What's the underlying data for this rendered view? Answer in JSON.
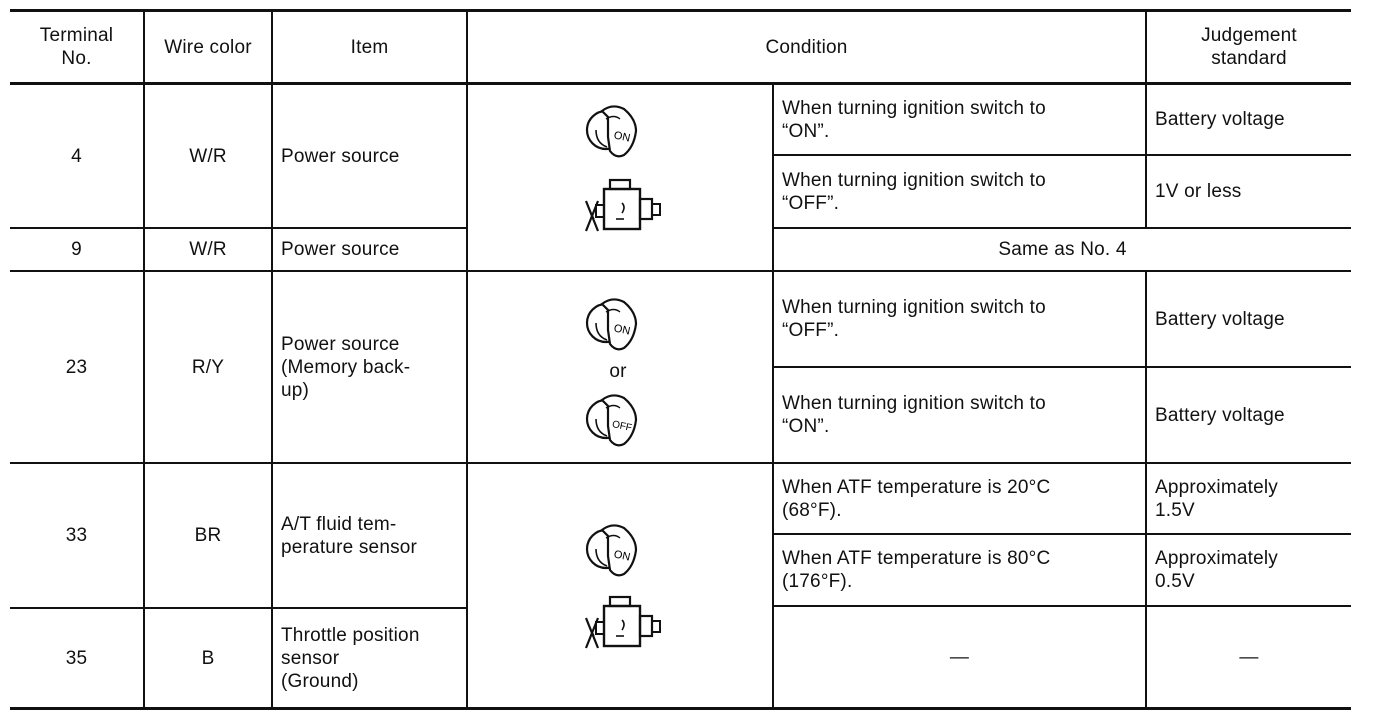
{
  "headers": {
    "terminal": "Terminal\nNo.",
    "wire_color": "Wire color",
    "item": "Item",
    "condition": "Condition",
    "judgement": "Judgement\nstandard"
  },
  "rows": [
    {
      "terminal": "4",
      "wire_color": "W/R",
      "item": "Power source",
      "conditions": [
        {
          "text": "When turning ignition switch to\n“ON”.",
          "standard": "Battery voltage"
        },
        {
          "text": "When turning ignition switch to\n“OFF”.",
          "standard": "1V or less"
        }
      ]
    },
    {
      "terminal": "9",
      "wire_color": "W/R",
      "item": "Power source",
      "same_as": "Same as No. 4"
    },
    {
      "terminal": "23",
      "wire_color": "R/Y",
      "item": "Power source\n(Memory back-\nup)",
      "conditions": [
        {
          "text": "When turning ignition switch to\n“OFF”.",
          "standard": "Battery voltage"
        },
        {
          "text": "When turning ignition switch to\n“ON”.",
          "standard": "Battery voltage"
        }
      ]
    },
    {
      "terminal": "33",
      "wire_color": "BR",
      "item": "A/T fluid tem-\nperature sensor",
      "conditions": [
        {
          "text": "When ATF temperature is 20°C\n(68°F).",
          "standard": "Approximately\n1.5V"
        },
        {
          "text": "When ATF temperature is 80°C\n(176°F).",
          "standard": "Approximately\n0.5V"
        }
      ]
    },
    {
      "terminal": "35",
      "wire_color": "B",
      "item": "Throttle position\nsensor\n(Ground)",
      "conditions": [
        {
          "text": "—",
          "standard": "—"
        }
      ]
    }
  ],
  "icons": {
    "or_label": "or",
    "key_on_label": "ON",
    "key_off_label": "OFF"
  }
}
